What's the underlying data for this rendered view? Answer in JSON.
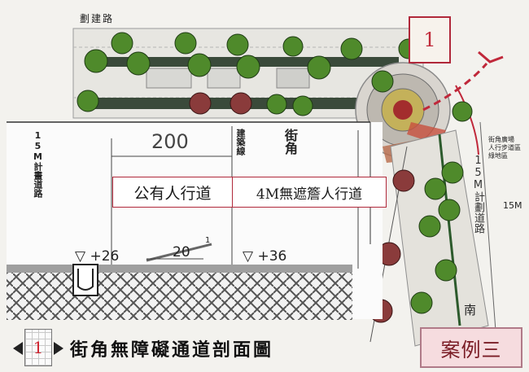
{
  "plan": {
    "road_label_top": "劃建路",
    "road_label_right": "15M計劃道路",
    "road_width_label": "15M",
    "legend_lines": [
      "街角廣場",
      "人行步道區",
      "綠地區"
    ],
    "right_street_partial": "南",
    "marker_number": "1"
  },
  "section": {
    "left_road_label": "15M計畫道路",
    "dimension": "200",
    "building_line_label": "建築線",
    "corner_label": "街角",
    "public_walkway_label": "公有人行道",
    "arcade_walkway_label": "4M無遮簷人行道",
    "elevation_left": "▽ +26",
    "elevation_right": "▽ +36",
    "slope_run": "20",
    "slope_rise": "1"
  },
  "caption": {
    "ref_number": "1",
    "title": "街角無障礙通道剖面圖"
  },
  "badge": {
    "case_label": "案例三"
  },
  "colors": {
    "accent_red": "#b0283a",
    "tree_green": "#4f8a2b",
    "tree_red": "#8a3b3b",
    "paving": "#e9e7e1"
  }
}
